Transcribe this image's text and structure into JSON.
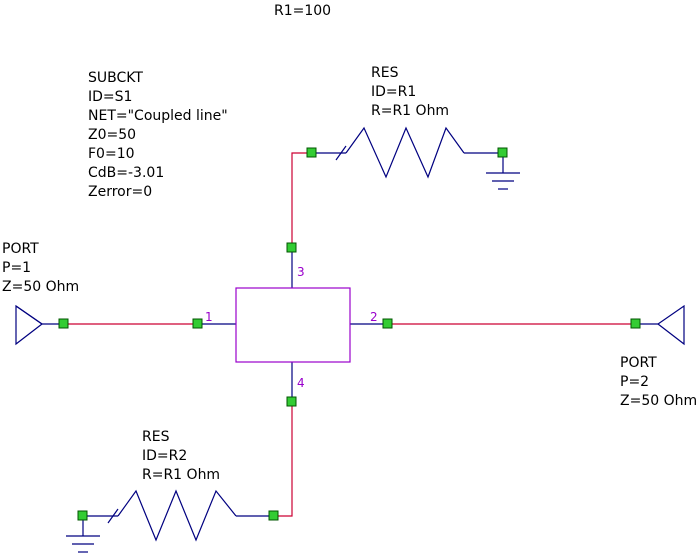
{
  "equation": "R1=100",
  "subckt": {
    "type": "SUBCKT",
    "id": "ID=S1",
    "net": "NET=\"Coupled line\"",
    "z0": "Z0=50",
    "f0": "F0=10",
    "cdb": "CdB=-3.01",
    "zerror": "Zerror=0",
    "pins": [
      "1",
      "2",
      "3",
      "4"
    ]
  },
  "port1": {
    "type": "PORT",
    "p": "P=1",
    "z": "Z=50 Ohm"
  },
  "port2": {
    "type": "PORT",
    "p": "P=2",
    "z": "Z=50 Ohm"
  },
  "res1": {
    "type": "RES",
    "id": "ID=R1",
    "r": "R=R1 Ohm"
  },
  "res2": {
    "type": "RES",
    "id": "ID=R2",
    "r": "R=R1 Ohm"
  },
  "colors": {
    "wire": "#cc0033",
    "component": "#000080",
    "node": "#33cc33",
    "pin_label": "#9900cc"
  }
}
